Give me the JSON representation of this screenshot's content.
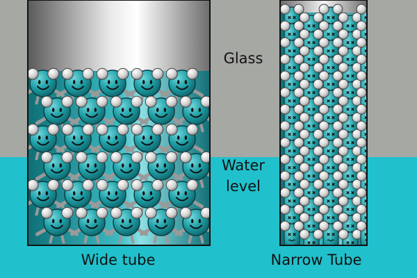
{
  "labels": {
    "glass": "Glass",
    "water_line1": "Water",
    "water_line2": "level",
    "wide_tube": "Wide tube",
    "narrow_tube": "Narrow Tube"
  },
  "colors": {
    "background_air": "#a6a8a4",
    "water": "#20c1cc",
    "molecule": "#1f9fa6",
    "molecule_dark": "#0f6e74",
    "hydrogen": "#d8d8d8",
    "tube_fill": "#2a9ea6",
    "label_text": "#111111"
  },
  "icons": {
    "wide_tube_molecule": "smiling-water-molecule-icon",
    "narrow_tube_molecule": "worried-water-molecule-icon"
  }
}
